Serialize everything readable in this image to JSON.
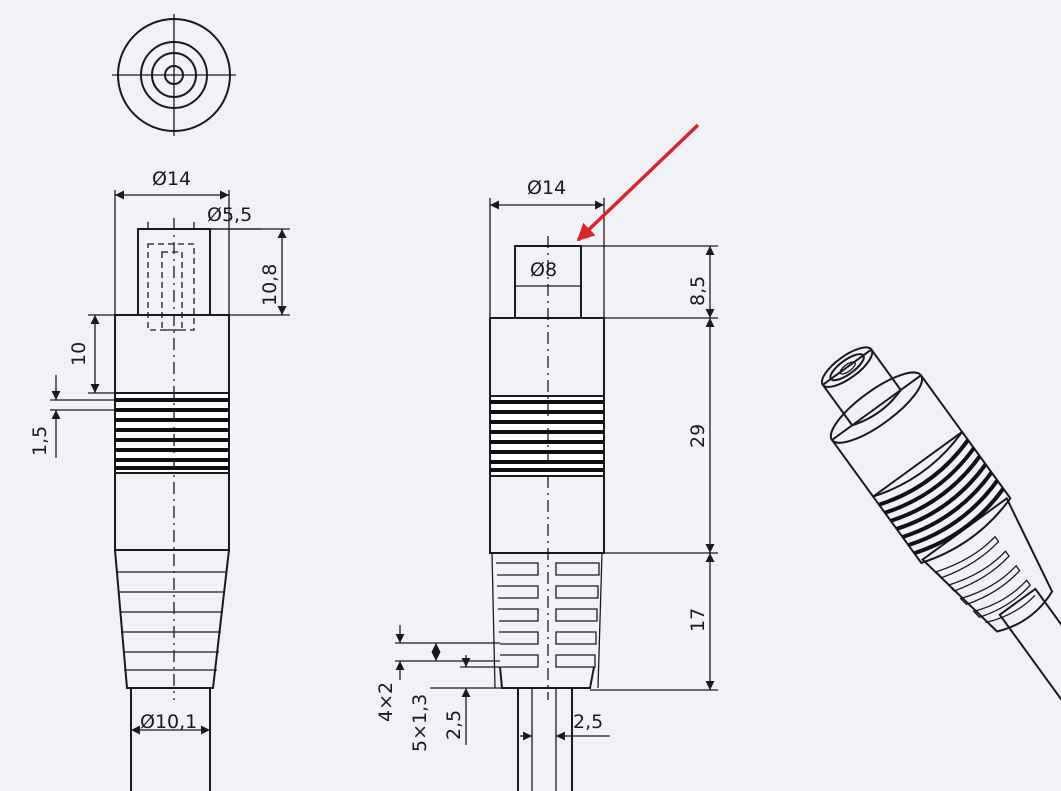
{
  "dimensions": {
    "left_top_diameter": "Ø14",
    "left_inner_diameter": "Ø5,5",
    "left_pin_height": "10,8",
    "left_body_height": "10",
    "left_ring_pitch": "1,5",
    "left_bottom_diameter": "Ø10,1",
    "mid_top_diameter": "Ø14",
    "mid_pin_diameter": "Ø8",
    "mid_pin_height": "8,5",
    "mid_body_height": "29",
    "mid_tail_height": "17",
    "mid_slot_pattern": "4×2",
    "mid_fin_pattern": "5×1,3",
    "mid_bottom_step": "2,5",
    "mid_cable_width": "2,5"
  },
  "colors": {
    "background": "#f3f1f8",
    "line": "#1a1a1a",
    "arrow": "#d9262a"
  }
}
